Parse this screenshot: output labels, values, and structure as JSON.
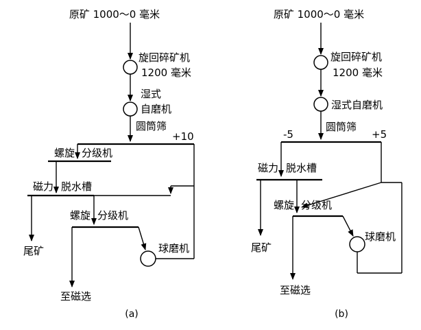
{
  "figure": {
    "caption_a": "(a)",
    "caption_b": "(b)"
  },
  "diagram_a": {
    "feed": "原矿 1000～0 毫米",
    "crusher": "旋回碎矿机",
    "crusher_size": "1200 毫米",
    "mill_line1": "湿式",
    "mill_line2": "自磨机",
    "screen": "圆筒筛",
    "oversize": "+10",
    "classifier1_left": "螺旋",
    "classifier1_right": "分级机",
    "dewater_left": "磁力",
    "dewater_right": "脱水槽",
    "tailings": "尾矿",
    "classifier2_left": "螺旋",
    "classifier2_right": "分级机",
    "ball_mill": "球磨机",
    "to_magnetic": "至磁选"
  },
  "diagram_b": {
    "feed": "原矿 1000～0 毫米",
    "crusher": "旋回碎矿机",
    "crusher_size": "1200 毫米",
    "mill": "湿式自磨机",
    "screen": "圆筒筛",
    "undersize": "-5",
    "oversize": "+5",
    "dewater_left": "磁力",
    "dewater_right": "脱水槽",
    "classifier_left": "螺旋",
    "classifier_right": "分级机",
    "tailings": "尾矿",
    "ball_mill": "球磨机",
    "to_magnetic": "至磁选"
  }
}
